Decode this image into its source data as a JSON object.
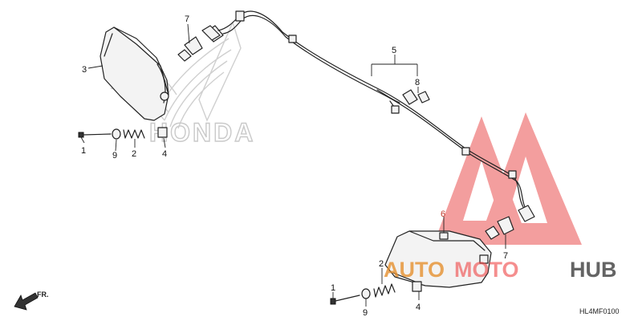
{
  "labels": {
    "p1": "1",
    "p2": "2",
    "p3": "3",
    "p4": "4",
    "p5": "5",
    "p6": "6",
    "p7": "7",
    "p8": "8",
    "p9": "9"
  },
  "diagram_code": "HL4MF0100",
  "direction": "FR.",
  "watermark": {
    "part1": "AUTO",
    "part2": "MOTO",
    "part3": "HUB"
  },
  "logo_text": "HONDA",
  "colors": {
    "triangle": "#ee6b6b",
    "auto": "#e58e2b",
    "moto": "#ef4a4a",
    "hub": "#4a4a4a",
    "line": "#222222"
  },
  "icons": {
    "direction": "front-arrow-icon",
    "watermark": "warning-triangle-icon",
    "logo": "wing-logo-icon"
  }
}
